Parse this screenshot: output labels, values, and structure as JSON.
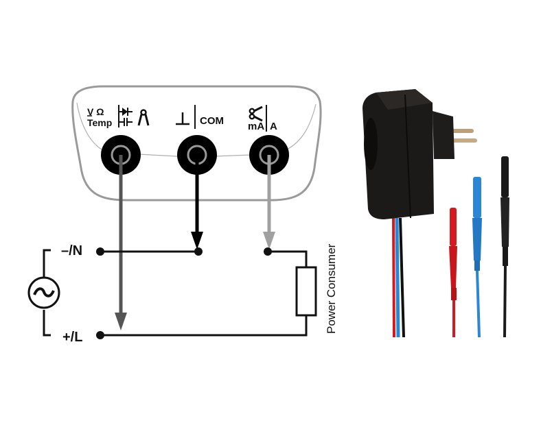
{
  "diagram": {
    "meter_panel": {
      "jacks": [
        {
          "id": "v-ohm-temp",
          "label_lines": [
            "V Ω",
            "Temp"
          ],
          "symbols": [
            "diode-icon",
            "capacitor-icon",
            "clamp-icon"
          ],
          "lead_color": "#555555"
        },
        {
          "id": "com",
          "ground_symbol": "⊥",
          "label": "COM",
          "lead_color": "#000000"
        },
        {
          "id": "ma-a",
          "clamp_symbol": "clamp-icon",
          "label_left": "mA",
          "label_right": "A",
          "lead_color": "#a0a0a0"
        }
      ]
    },
    "circuit": {
      "source_symbol": "~",
      "terminal_neutral": "–/N",
      "terminal_live": "+/L",
      "load_label": "Power Consumer"
    },
    "photo": {
      "subject": "Plug adapter with red, blue and black test lead connectors",
      "lead_colors": {
        "red": "#d41a1f",
        "blue": "#2b86d6",
        "black": "#1a1a1a"
      },
      "housing_color": "#1c1a18"
    }
  }
}
